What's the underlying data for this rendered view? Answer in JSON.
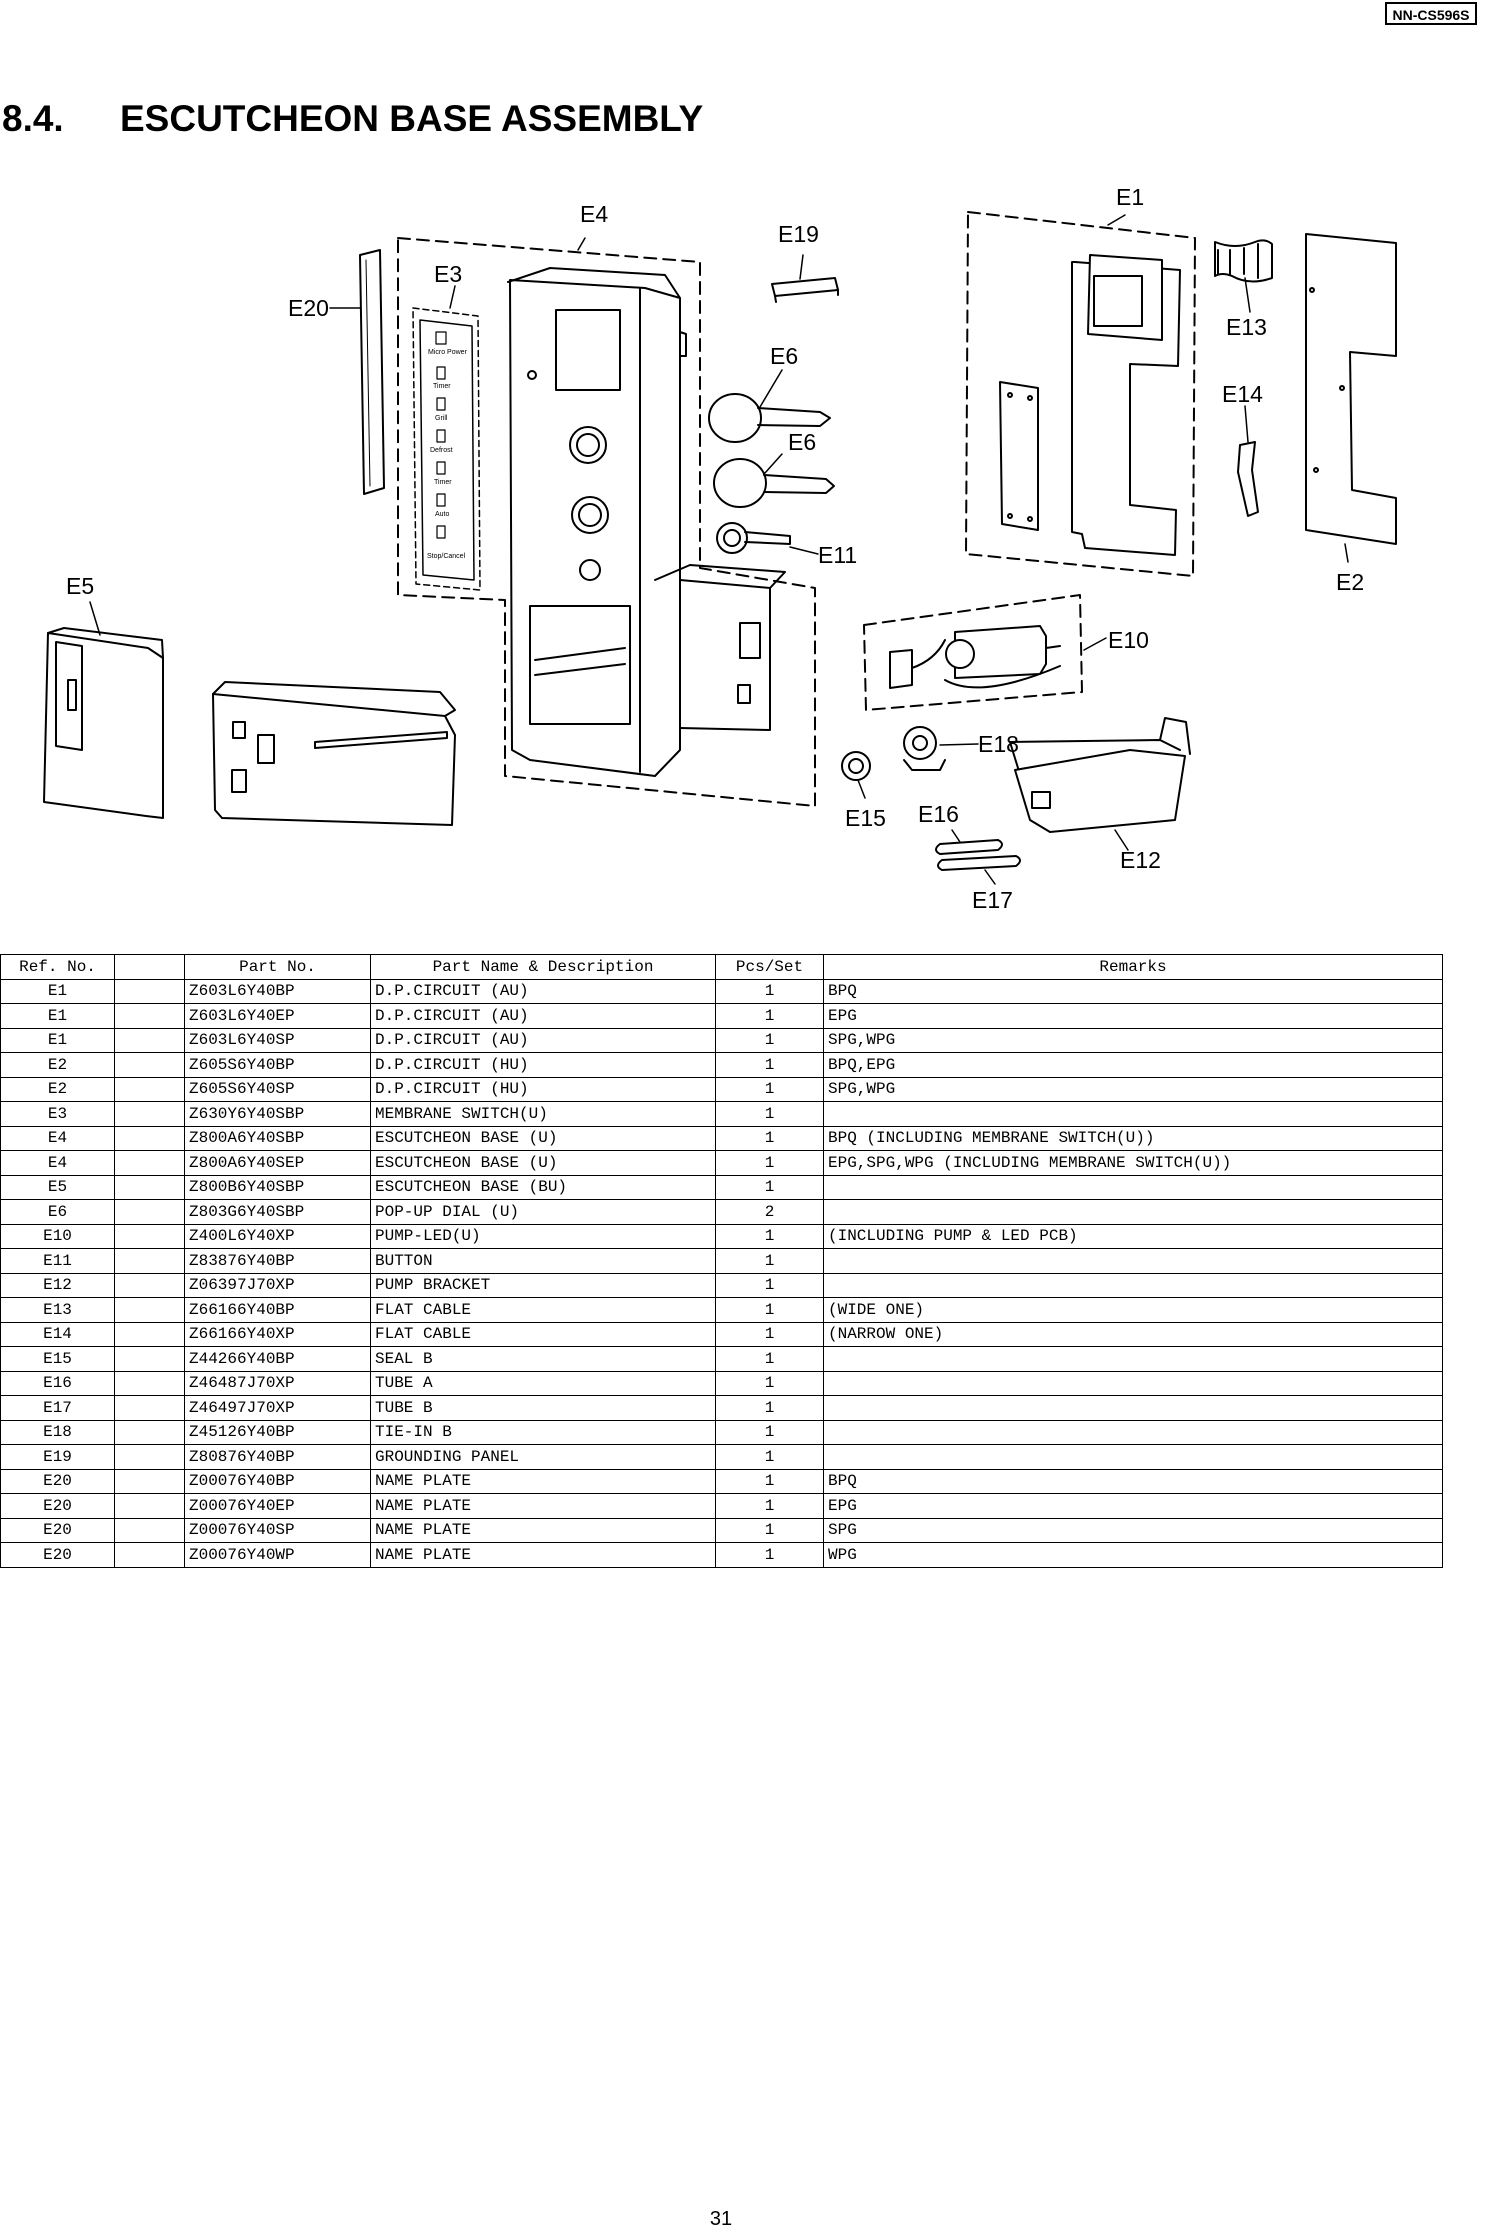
{
  "model_code": "NN-CS596S",
  "section": {
    "number": "8.4.",
    "title": "ESCUTCHEON BASE ASSEMBLY"
  },
  "diagram_labels": {
    "E1": "E1",
    "E2": "E2",
    "E3": "E3",
    "E4": "E4",
    "E5": "E5",
    "E6": "E6",
    "E6b": "E6",
    "E10": "E10",
    "E11": "E11",
    "E12": "E12",
    "E13": "E13",
    "E14": "E14",
    "E15": "E15",
    "E16": "E16",
    "E17": "E17",
    "E18": "E18",
    "E19": "E19",
    "E20": "E20"
  },
  "membrane_switch_labels": [
    "Micro Power",
    "Timer",
    "Grill",
    "Defrost",
    "Timer",
    "Auto",
    "Stop/Cancel"
  ],
  "table": {
    "headers": [
      "Ref. No.",
      "",
      "Part No.",
      "Part Name & Description",
      "Pcs/Set",
      "Remarks"
    ],
    "rows": [
      [
        "E1",
        "",
        "Z603L6Y40BP",
        "D.P.CIRCUIT (AU)",
        "1",
        "BPQ"
      ],
      [
        "E1",
        "",
        "Z603L6Y40EP",
        "D.P.CIRCUIT (AU)",
        "1",
        "EPG"
      ],
      [
        "E1",
        "",
        "Z603L6Y40SP",
        "D.P.CIRCUIT (AU)",
        "1",
        "SPG,WPG"
      ],
      [
        "E2",
        "",
        "Z605S6Y40BP",
        "D.P.CIRCUIT (HU)",
        "1",
        "BPQ,EPG"
      ],
      [
        "E2",
        "",
        "Z605S6Y40SP",
        "D.P.CIRCUIT (HU)",
        "1",
        "SPG,WPG"
      ],
      [
        "E3",
        "",
        "Z630Y6Y40SBP",
        "MEMBRANE SWITCH(U)",
        "1",
        ""
      ],
      [
        "E4",
        "",
        "Z800A6Y40SBP",
        "ESCUTCHEON BASE (U)",
        "1",
        "BPQ (INCLUDING MEMBRANE SWITCH(U))"
      ],
      [
        "E4",
        "",
        "Z800A6Y40SEP",
        "ESCUTCHEON BASE (U)",
        "1",
        "EPG,SPG,WPG (INCLUDING MEMBRANE SWITCH(U))"
      ],
      [
        "E5",
        "",
        "Z800B6Y40SBP",
        "ESCUTCHEON BASE (BU)",
        "1",
        ""
      ],
      [
        "E6",
        "",
        "Z803G6Y40SBP",
        "POP-UP DIAL (U)",
        "2",
        ""
      ],
      [
        "E10",
        "",
        "Z400L6Y40XP",
        "PUMP-LED(U)",
        "1",
        "(INCLUDING PUMP & LED PCB)"
      ],
      [
        "E11",
        "",
        "Z83876Y40BP",
        "BUTTON",
        "1",
        ""
      ],
      [
        "E12",
        "",
        "Z06397J70XP",
        "PUMP BRACKET",
        "1",
        ""
      ],
      [
        "E13",
        "",
        "Z66166Y40BP",
        "FLAT CABLE",
        "1",
        "(WIDE ONE)"
      ],
      [
        "E14",
        "",
        "Z66166Y40XP",
        "FLAT CABLE",
        "1",
        "(NARROW ONE)"
      ],
      [
        "E15",
        "",
        "Z44266Y40BP",
        "SEAL B",
        "1",
        ""
      ],
      [
        "E16",
        "",
        "Z46487J70XP",
        "TUBE A",
        "1",
        ""
      ],
      [
        "E17",
        "",
        "Z46497J70XP",
        "TUBE B",
        "1",
        ""
      ],
      [
        "E18",
        "",
        "Z45126Y40BP",
        "TIE-IN B",
        "1",
        ""
      ],
      [
        "E19",
        "",
        "Z80876Y40BP",
        "GROUNDING PANEL",
        "1",
        ""
      ],
      [
        "E20",
        "",
        "Z00076Y40BP",
        "NAME PLATE",
        "1",
        "BPQ"
      ],
      [
        "E20",
        "",
        "Z00076Y40EP",
        "NAME PLATE",
        "1",
        "EPG"
      ],
      [
        "E20",
        "",
        "Z00076Y40SP",
        "NAME PLATE",
        "1",
        "SPG"
      ],
      [
        "E20",
        "",
        "Z00076Y40WP",
        "NAME PLATE",
        "1",
        "WPG"
      ]
    ]
  },
  "page_number": "31"
}
